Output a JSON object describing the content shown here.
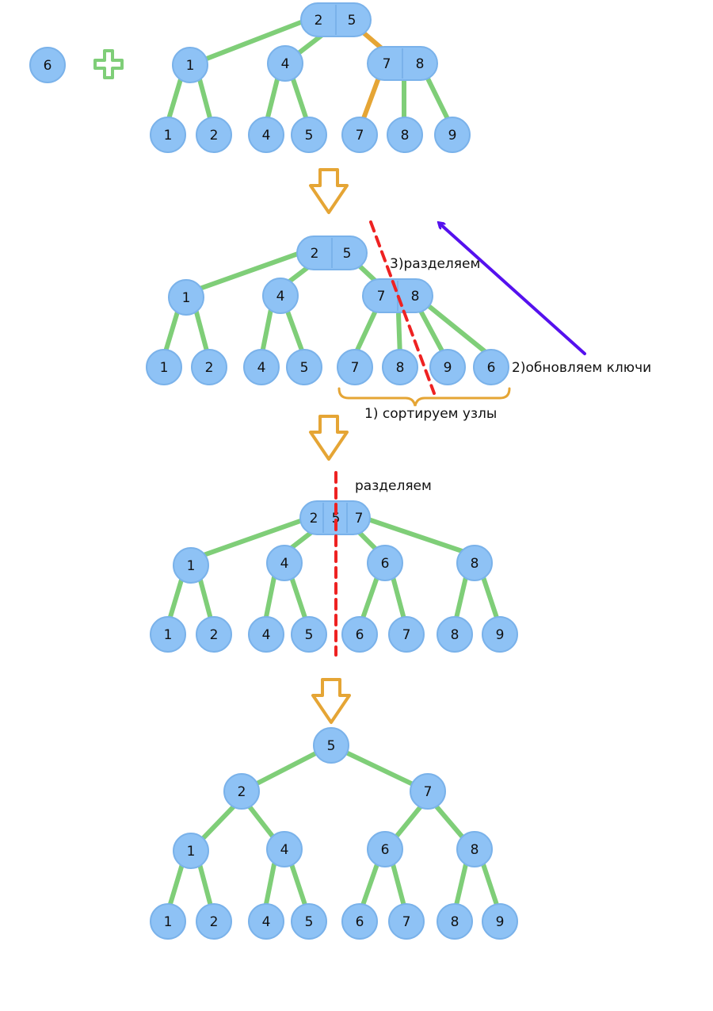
{
  "colors": {
    "node_fill": "#8ec2f5",
    "node_stroke": "#7ab2ea",
    "edge": "#7fce78",
    "highlight_edge": "#e5a535",
    "split_line": "#ee2222",
    "arrow": "#5511ee",
    "plus": "#7fce78"
  },
  "stage1": {
    "new_key": "6",
    "root": [
      "2",
      "5"
    ],
    "level2": [
      [
        "1"
      ],
      [
        "4"
      ],
      [
        "7",
        "8"
      ]
    ],
    "leaves": [
      "1",
      "2",
      "4",
      "5",
      "7",
      "8",
      "9"
    ]
  },
  "stage2": {
    "root": [
      "2",
      "5"
    ],
    "level2": [
      [
        "1"
      ],
      [
        "4"
      ],
      [
        "7",
        "8"
      ]
    ],
    "leaves": [
      "1",
      "2",
      "4",
      "5",
      "7",
      "8",
      "9",
      "6"
    ],
    "label_split": "3)разделяем",
    "label_update": "2)обновляем ключи",
    "label_sort": "1) сортируем узлы"
  },
  "stage3": {
    "root": [
      "2",
      "5",
      "7"
    ],
    "level2": [
      [
        "1"
      ],
      [
        "4"
      ],
      [
        "6"
      ],
      [
        "8"
      ]
    ],
    "leaves": [
      "1",
      "2",
      "4",
      "5",
      "6",
      "7",
      "8",
      "9"
    ],
    "label_split": "разделяем"
  },
  "stage4": {
    "root": [
      "5"
    ],
    "level2": [
      [
        "2"
      ],
      [
        "7"
      ]
    ],
    "level3": [
      [
        "1"
      ],
      [
        "4"
      ],
      [
        "6"
      ],
      [
        "8"
      ]
    ],
    "leaves": [
      "1",
      "2",
      "4",
      "5",
      "6",
      "7",
      "8",
      "9"
    ]
  }
}
